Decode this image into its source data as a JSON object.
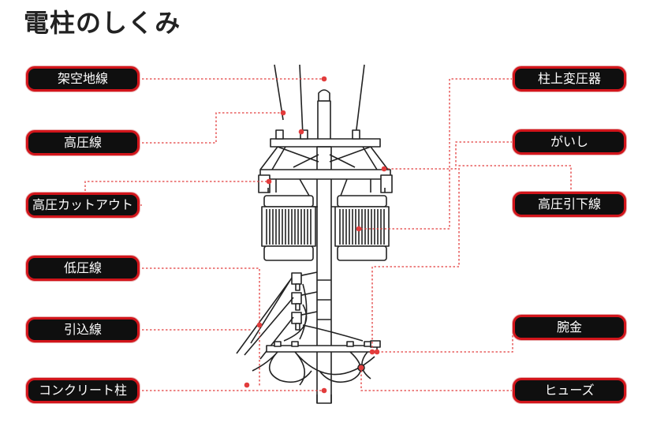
{
  "title": "電柱のしくみ",
  "colors": {
    "label_bg": "#0f0f0f",
    "label_border": "#d2151b",
    "leader": "#e23c3c",
    "drawing": "#222222"
  },
  "labels_left": [
    {
      "id": "overhead-ground-wire",
      "text": "架空地線"
    },
    {
      "id": "high-voltage-line",
      "text": "高圧線"
    },
    {
      "id": "high-voltage-cutout",
      "text": "高圧カットアウト"
    },
    {
      "id": "low-voltage-line",
      "text": "低圧線"
    },
    {
      "id": "service-drop",
      "text": "引込線"
    },
    {
      "id": "concrete-pole",
      "text": "コンクリート柱"
    }
  ],
  "labels_right": [
    {
      "id": "pole-transformer",
      "text": "柱上変圧器"
    },
    {
      "id": "insulator",
      "text": "がいし"
    },
    {
      "id": "high-voltage-drop-line",
      "text": "高圧引下線"
    },
    {
      "id": "crossarm",
      "text": "腕金"
    },
    {
      "id": "fuse",
      "text": "ヒューズ"
    }
  ]
}
